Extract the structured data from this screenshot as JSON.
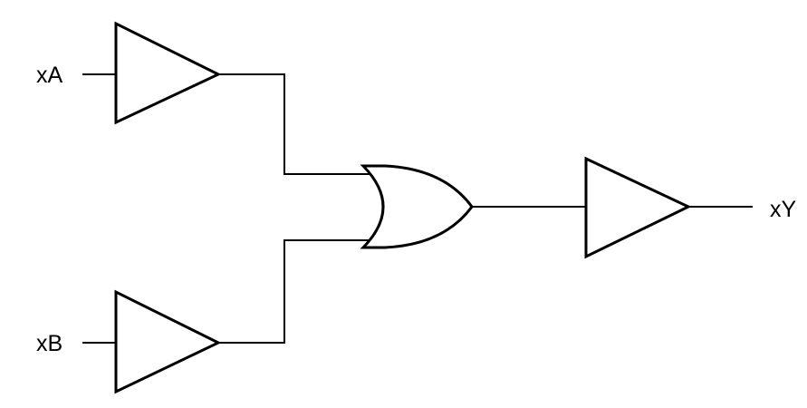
{
  "diagram": {
    "inputs": {
      "a": "xA",
      "b": "xB"
    },
    "output": "xY",
    "gates": [
      {
        "id": "buffer-a",
        "type": "buffer"
      },
      {
        "id": "buffer-b",
        "type": "buffer"
      },
      {
        "id": "or-gate",
        "type": "or"
      },
      {
        "id": "buffer-out",
        "type": "buffer"
      }
    ],
    "colors": {
      "line": "#000000",
      "background": "#ffffff"
    }
  }
}
